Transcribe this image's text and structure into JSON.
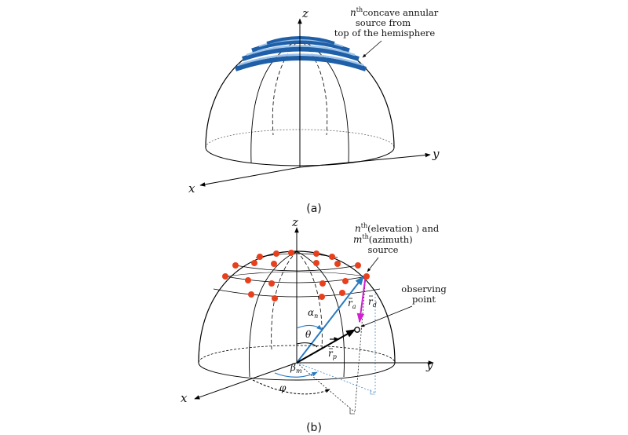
{
  "panel_a": {
    "caption": "(a)",
    "axes": {
      "x": "x",
      "y": "y",
      "z": "z"
    },
    "annotation": {
      "line1_n": "n",
      "line1_sup": "th",
      "line1_rest": "concave annular",
      "line2": "source from",
      "line3": "top of the hemisphere"
    },
    "colors": {
      "ring_dark": "#1f5fa8",
      "ring_light": "#9cc3ea"
    }
  },
  "panel_b": {
    "caption": "(b)",
    "axes": {
      "x": "x",
      "y": "y",
      "z": "z"
    },
    "source_label": {
      "line1_n": "n",
      "line1_sup": "th",
      "line1_rest": "(elevation ) and",
      "line2_m": "m",
      "line2_sup": "th",
      "line2_rest": "(azimuth)",
      "line3": "source"
    },
    "observing_label": {
      "line1": "observing",
      "line2": "point"
    },
    "symbols": {
      "alpha": "α",
      "alpha_sub": "n",
      "theta": "θ",
      "beta": "β",
      "beta_sub": "m",
      "phi": "φ",
      "ra": "r",
      "ra_sub": "a",
      "rd": "r",
      "rd_sub": "d",
      "rp": "r",
      "rp_sub": "p"
    },
    "colors": {
      "source_dots": "#e8401c",
      "vector_blue": "#2a7ac0",
      "vector_magenta": "#d020d0"
    }
  }
}
